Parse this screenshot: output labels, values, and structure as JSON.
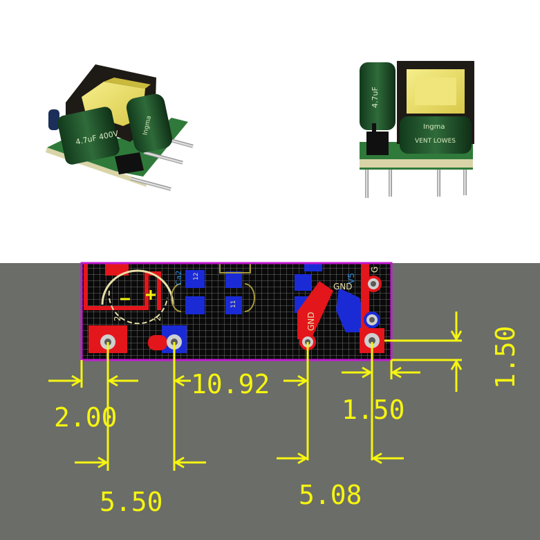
{
  "photos": {
    "left_capacitor_text": "4.7uF 400V",
    "right_capacitor_text": "4.7uF",
    "right_transformer_text": "VENT LOWES",
    "brand_text": "Ingma"
  },
  "pcb": {
    "silk_labels": {
      "ca2": "Ca2",
      "gnd_vertical": "GND",
      "gnd_horizontal": "GND",
      "v5": "V5",
      "g_top": "G",
      "pad_left_num": "2",
      "pad_right_num": "2",
      "small_12": "12",
      "small_11": "11"
    }
  },
  "dimensions": {
    "d1": "2.00",
    "d2": "10.92",
    "d3": "1.50",
    "d4": "1.50",
    "d5": "5.50",
    "d6": "5.08"
  },
  "colors": {
    "cad_background": "#6b6d68",
    "board_fill": "#0a0a0a",
    "grid": "#8c8c8c",
    "board_outline": "#c21bd0",
    "copper_top": "#e3161c",
    "copper_bottom": "#1a2bd6",
    "dimension": "#f5f511",
    "silk": "#e7e0a8"
  }
}
